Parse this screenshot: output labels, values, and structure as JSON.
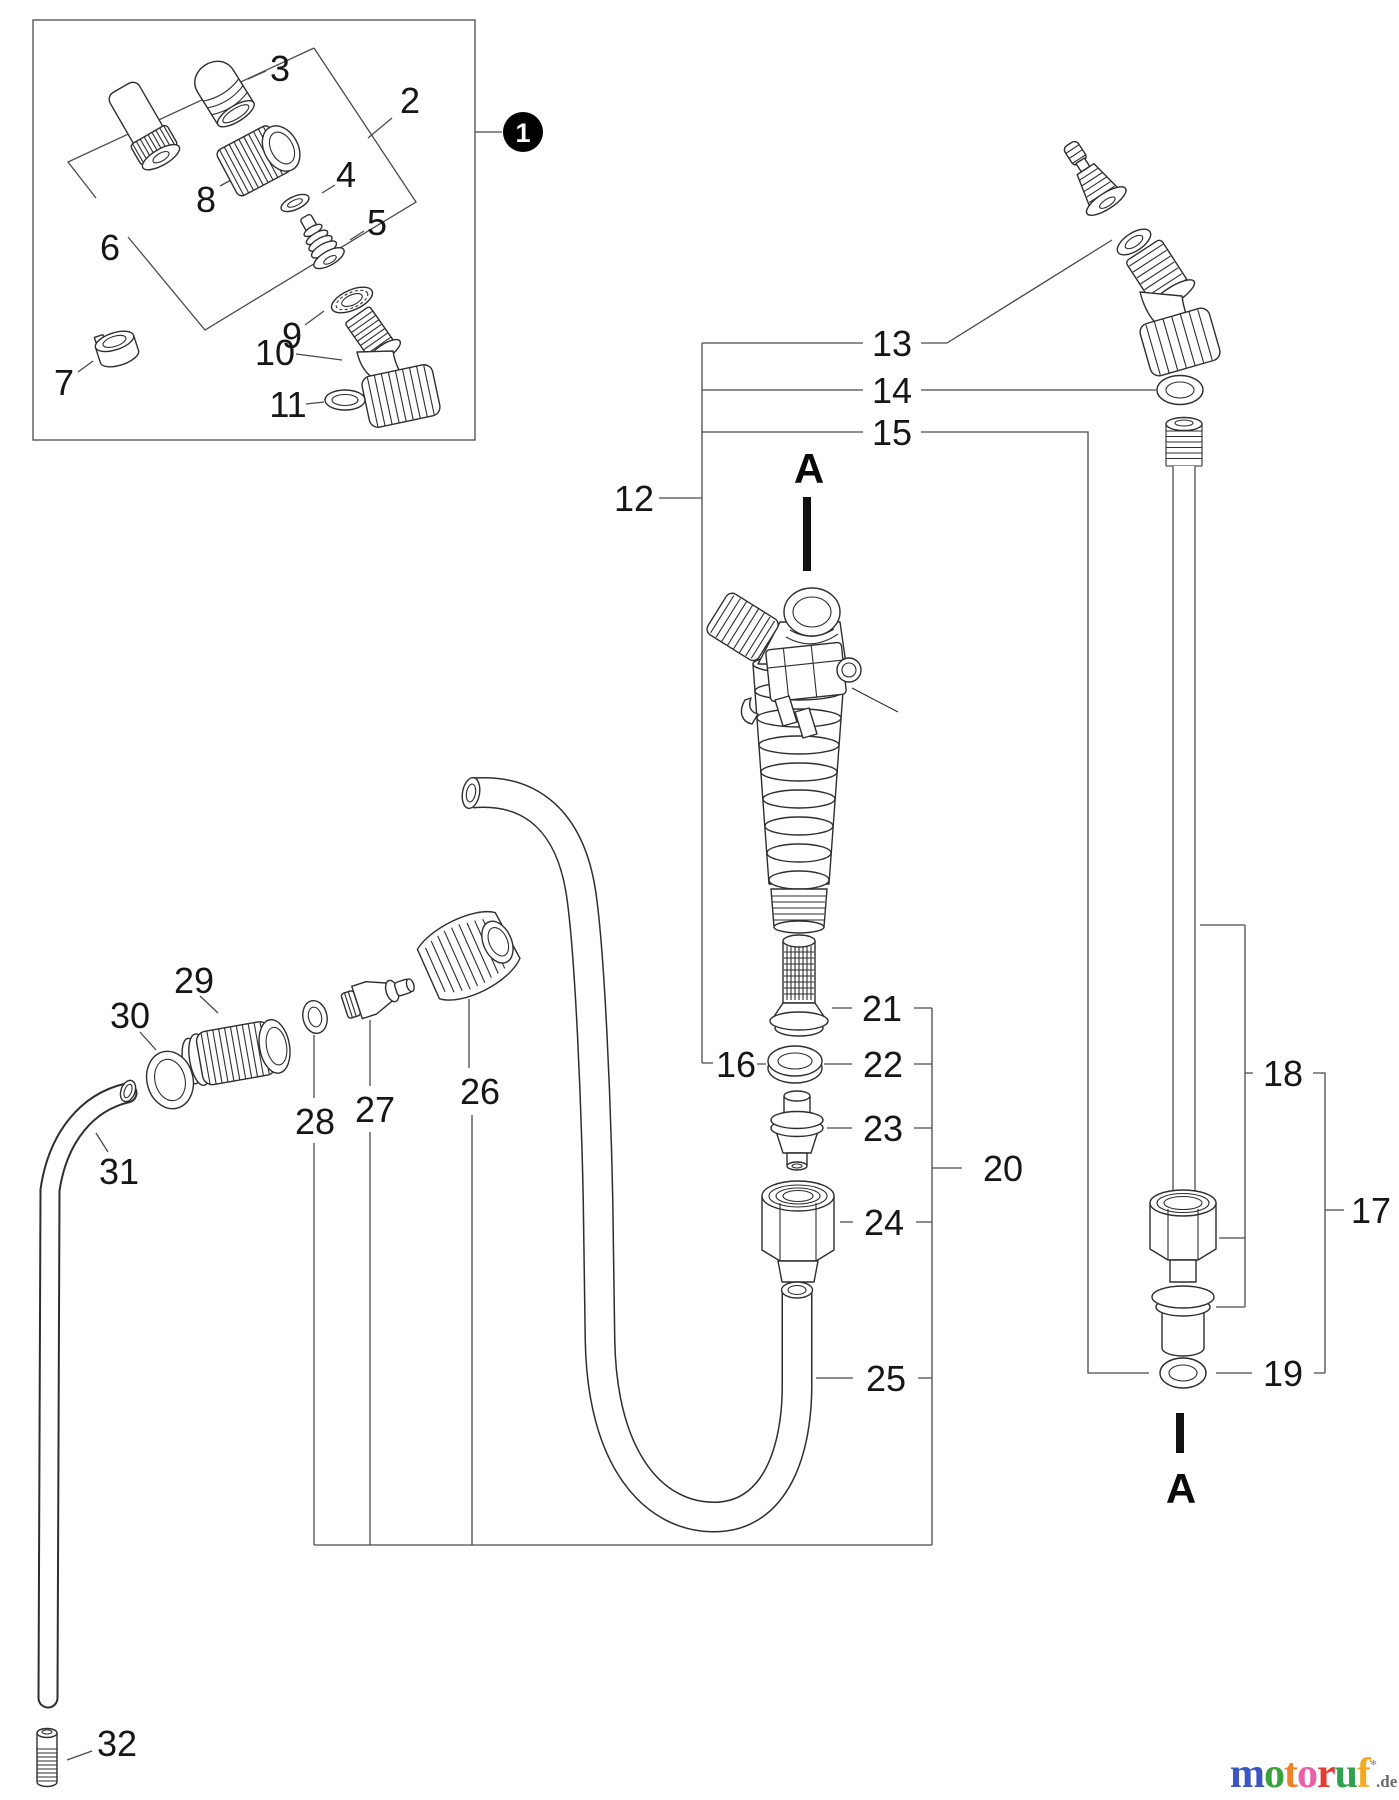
{
  "diagram_type": "exploded-parts-diagram",
  "colors": {
    "ink": "#2e2e2e",
    "leader_line": "#4a4a4a",
    "background": "#ffffff",
    "badge_fill": "#000000"
  },
  "badge": {
    "label": "1"
  },
  "part_labels": {
    "2": "2",
    "3": "3",
    "4": "4",
    "5": "5",
    "6": "6",
    "7": "7",
    "8": "8",
    "9": "9",
    "10": "10",
    "11": "11",
    "12": "12",
    "13": "13",
    "14": "14",
    "15": "15",
    "16": "16",
    "17": "17",
    "18": "18",
    "19": "19",
    "20": "20",
    "21": "21",
    "22": "22",
    "23": "23",
    "24": "24",
    "25": "25",
    "26": "26",
    "27": "27",
    "28": "28",
    "29": "29",
    "30": "30",
    "31": "31",
    "32": "32"
  },
  "section_markers": {
    "top": "A",
    "bottom": "A"
  },
  "watermark": {
    "letters": [
      {
        "ch": "m",
        "color": "#3c55c5"
      },
      {
        "ch": "o",
        "color": "#3aa23a"
      },
      {
        "ch": "t",
        "color": "#f08228"
      },
      {
        "ch": "o",
        "color": "#ea5fa8"
      },
      {
        "ch": "r",
        "color": "#e23b31"
      },
      {
        "ch": "u",
        "color": "#2fa04d"
      },
      {
        "ch": "f",
        "color": "#f5a91e"
      }
    ],
    "mark": {
      "text": "*",
      "color": "#9a9a9a"
    },
    "suffix": {
      "text": ".de",
      "color": "#6b6b6b"
    }
  }
}
